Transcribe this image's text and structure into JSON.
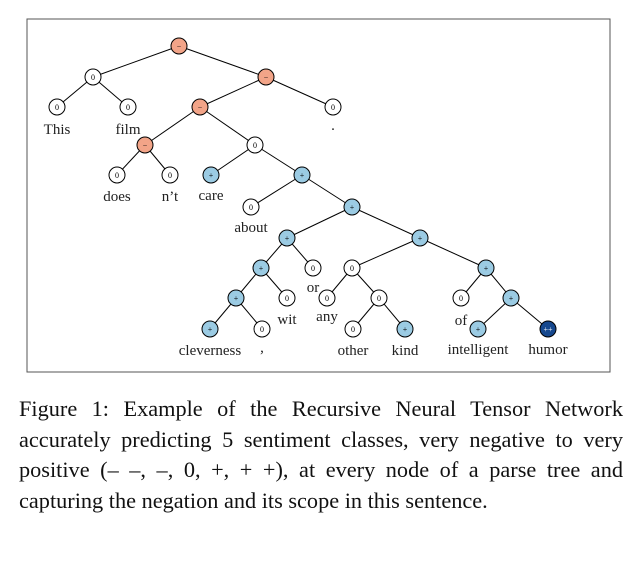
{
  "colors": {
    "very_negative": "#16488e",
    "negative": "#f2a488",
    "neutral": "#ffffff",
    "positive": "#9bcbe3",
    "very_positive": "#16488e",
    "frame": "#555555"
  },
  "symbols": {
    "neutral": "0",
    "positive": "+",
    "negative": "−",
    "very_positive": "++"
  },
  "nodes": [
    {
      "id": "root",
      "label": "−",
      "sentiment": "negative"
    },
    {
      "id": "n_thisfilm",
      "label": "0",
      "sentiment": "neutral"
    },
    {
      "id": "n_this",
      "label": "0",
      "sentiment": "neutral"
    },
    {
      "id": "n_film",
      "label": "0",
      "sentiment": "neutral"
    },
    {
      "id": "n_rest",
      "label": "−",
      "sentiment": "negative"
    },
    {
      "id": "n_vp",
      "label": "−",
      "sentiment": "negative"
    },
    {
      "id": "n_period",
      "label": "0",
      "sentiment": "neutral"
    },
    {
      "id": "n_doesnt",
      "label": "−",
      "sentiment": "negative"
    },
    {
      "id": "n_does",
      "label": "0",
      "sentiment": "neutral"
    },
    {
      "id": "n_nt",
      "label": "0",
      "sentiment": "neutral"
    },
    {
      "id": "n_careabout",
      "label": "0",
      "sentiment": "neutral"
    },
    {
      "id": "n_care",
      "label": "+",
      "sentiment": "positive"
    },
    {
      "id": "n_about_all",
      "label": "+",
      "sentiment": "positive"
    },
    {
      "id": "n_about",
      "label": "0",
      "sentiment": "neutral"
    },
    {
      "id": "n_np",
      "label": "+",
      "sentiment": "positive"
    },
    {
      "id": "n_cwo",
      "label": "+",
      "sentiment": "positive"
    },
    {
      "id": "n_cw",
      "label": "+",
      "sentiment": "positive"
    },
    {
      "id": "n_or",
      "label": "0",
      "sentiment": "neutral"
    },
    {
      "id": "n_cc",
      "label": "+",
      "sentiment": "positive"
    },
    {
      "id": "n_wit",
      "label": "0",
      "sentiment": "neutral"
    },
    {
      "id": "n_cleverness",
      "label": "+",
      "sentiment": "positive"
    },
    {
      "id": "n_comma",
      "label": "0",
      "sentiment": "neutral"
    },
    {
      "id": "n_anyrest",
      "label": "+",
      "sentiment": "positive"
    },
    {
      "id": "n_anyok",
      "label": "0",
      "sentiment": "neutral"
    },
    {
      "id": "n_any",
      "label": "0",
      "sentiment": "neutral"
    },
    {
      "id": "n_ok",
      "label": "0",
      "sentiment": "neutral"
    },
    {
      "id": "n_other",
      "label": "0",
      "sentiment": "neutral"
    },
    {
      "id": "n_kind",
      "label": "+",
      "sentiment": "positive"
    },
    {
      "id": "n_ofih",
      "label": "+",
      "sentiment": "positive"
    },
    {
      "id": "n_of",
      "label": "0",
      "sentiment": "neutral"
    },
    {
      "id": "n_ih",
      "label": "+",
      "sentiment": "positive"
    },
    {
      "id": "n_intelligent",
      "label": "+",
      "sentiment": "positive"
    },
    {
      "id": "n_humor",
      "label": "++",
      "sentiment": "very_positive"
    }
  ],
  "edges": [
    [
      "root",
      "n_thisfilm"
    ],
    [
      "root",
      "n_rest"
    ],
    [
      "n_thisfilm",
      "n_this"
    ],
    [
      "n_thisfilm",
      "n_film"
    ],
    [
      "n_rest",
      "n_vp"
    ],
    [
      "n_rest",
      "n_period"
    ],
    [
      "n_vp",
      "n_doesnt"
    ],
    [
      "n_vp",
      "n_careabout"
    ],
    [
      "n_doesnt",
      "n_does"
    ],
    [
      "n_doesnt",
      "n_nt"
    ],
    [
      "n_careabout",
      "n_care"
    ],
    [
      "n_careabout",
      "n_about_all"
    ],
    [
      "n_about_all",
      "n_about"
    ],
    [
      "n_about_all",
      "n_np"
    ],
    [
      "n_np",
      "n_cwo"
    ],
    [
      "n_np",
      "n_anyrest"
    ],
    [
      "n_cwo",
      "n_cw"
    ],
    [
      "n_cwo",
      "n_or"
    ],
    [
      "n_cw",
      "n_cc"
    ],
    [
      "n_cw",
      "n_wit"
    ],
    [
      "n_cc",
      "n_cleverness"
    ],
    [
      "n_cc",
      "n_comma"
    ],
    [
      "n_anyrest",
      "n_anyok"
    ],
    [
      "n_anyrest",
      "n_ofih"
    ],
    [
      "n_anyok",
      "n_any"
    ],
    [
      "n_anyok",
      "n_ok"
    ],
    [
      "n_ok",
      "n_other"
    ],
    [
      "n_ok",
      "n_kind"
    ],
    [
      "n_ofih",
      "n_of"
    ],
    [
      "n_ofih",
      "n_ih"
    ],
    [
      "n_ih",
      "n_intelligent"
    ],
    [
      "n_ih",
      "n_humor"
    ]
  ],
  "words": [
    {
      "node": "n_this",
      "text": "This"
    },
    {
      "node": "n_film",
      "text": "film"
    },
    {
      "node": "n_period",
      "text": "."
    },
    {
      "node": "n_does",
      "text": "does"
    },
    {
      "node": "n_nt",
      "text": "n’t"
    },
    {
      "node": "n_care",
      "text": "care"
    },
    {
      "node": "n_about",
      "text": "about"
    },
    {
      "node": "n_or",
      "text": "or"
    },
    {
      "node": "n_wit",
      "text": "wit"
    },
    {
      "node": "n_cleverness",
      "text": "cleverness"
    },
    {
      "node": "n_comma",
      "text": ","
    },
    {
      "node": "n_any",
      "text": "any"
    },
    {
      "node": "n_other",
      "text": "other"
    },
    {
      "node": "n_kind",
      "text": "kind"
    },
    {
      "node": "n_of",
      "text": "of"
    },
    {
      "node": "n_intelligent",
      "text": "intelligent"
    },
    {
      "node": "n_humor",
      "text": "humor"
    }
  ],
  "caption": "Figure 1: Example of the Recursive Neural Tensor Network accurately predicting 5 sentiment classes, very negative to very positive (– –, –, 0, +, + +), at every node of a parse tree and capturing the negation and its scope in this sentence."
}
